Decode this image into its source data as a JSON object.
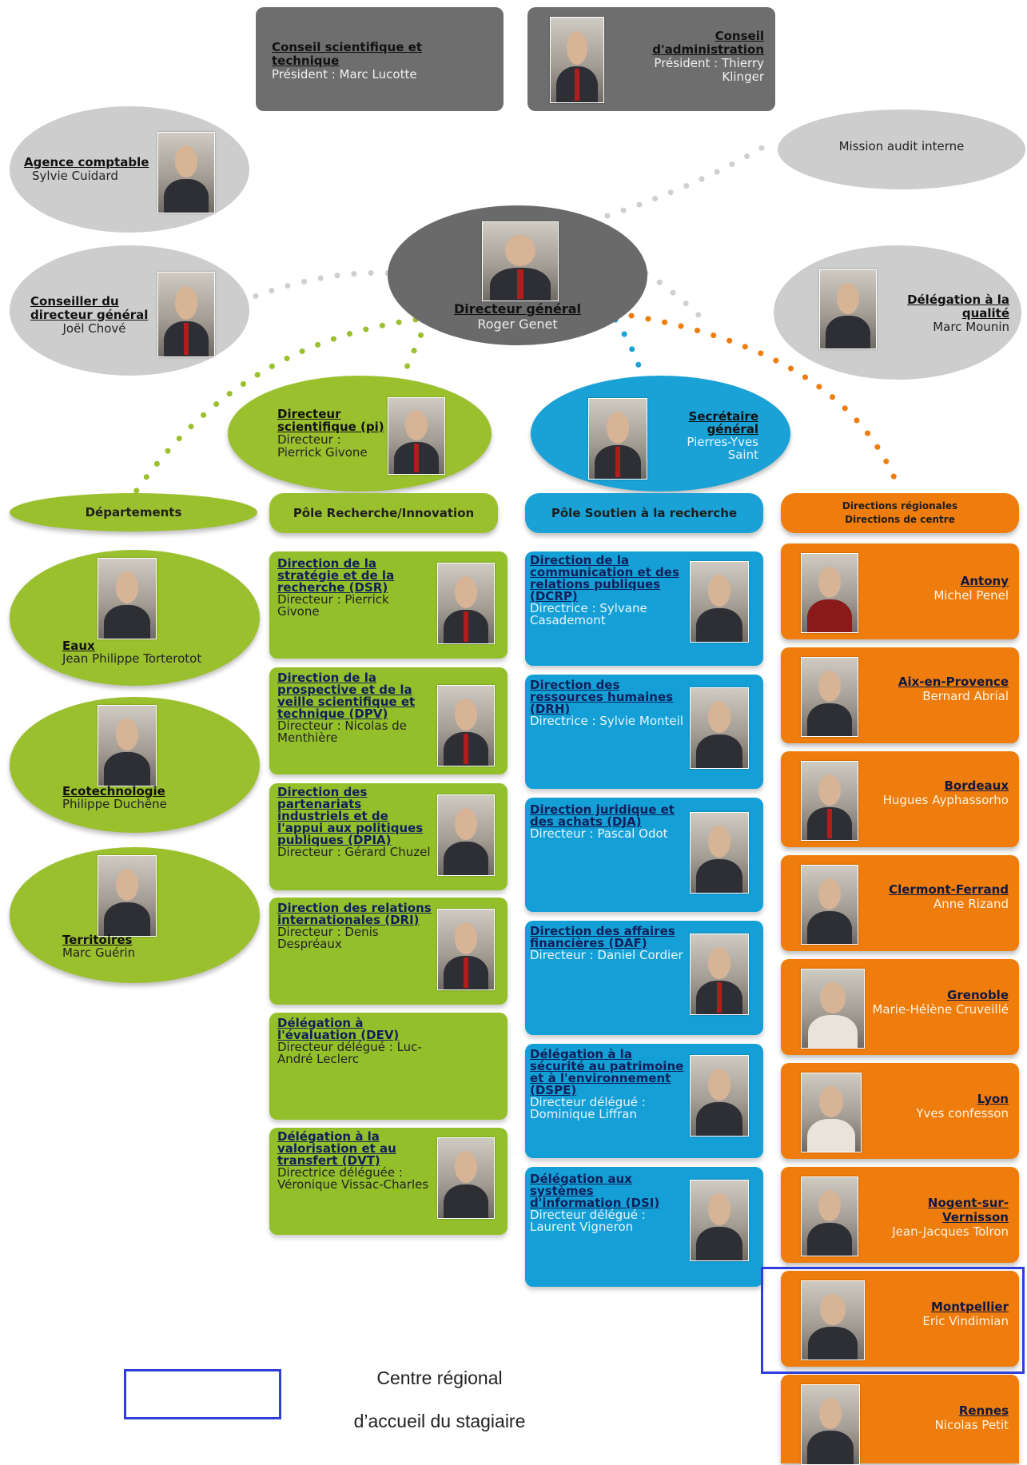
{
  "colors": {
    "green": "#93c02a",
    "blue": "#14a0d7",
    "orange": "#ee7d0d",
    "grey": "#6e6e6e",
    "highlight": "#2f3ddb"
  },
  "top": {
    "csc": {
      "title": "Conseil scientifique et technique",
      "sub": "Président : Marc Lucotte"
    },
    "ca": {
      "title": "Conseil d'administration",
      "sub": "Président : Thierry Klinger"
    }
  },
  "side": {
    "agence": {
      "title": "Agence comptable",
      "sub": "Sylvie Cuidard"
    },
    "mission": {
      "title": "Mission audit interne"
    },
    "conseiller": {
      "title": "Conseiller du directeur général",
      "sub": "Joël Chové"
    },
    "dg": {
      "title": "Directeur général",
      "sub": "Roger Genet"
    },
    "qualite": {
      "title": "Délégation à la qualité",
      "sub": "Marc Mounin"
    },
    "dirsci": {
      "title": "Directeur scientifique (pi)",
      "sub": "Directeur : Pierrick Givone"
    },
    "secgen": {
      "title": "Secrétaire général",
      "sub": "Pierres-Yves Saint"
    }
  },
  "headers": {
    "dep": "Départements",
    "pri": "Pôle Recherche/Innovation",
    "psr": "Pôle Soutien à la recherche",
    "dr_line1": "Directions régionales",
    "dr_line2": "Directions de centre"
  },
  "departments": [
    {
      "title": "Eaux",
      "sub": "Jean Philippe Torterotot"
    },
    {
      "title": "Ecotechnologie",
      "sub": "Philippe Duchêne"
    },
    {
      "title": "Territoires",
      "sub": "Marc Guérin"
    }
  ],
  "research": [
    {
      "title": "Direction de la stratégie et de la recherche (DSR)",
      "sub": "Directeur : Pierrick Givone"
    },
    {
      "title": "Direction de la prospective et de la veille scientifique et technique (DPV)",
      "sub": "Directeur : Nicolas de Menthière"
    },
    {
      "title": "Direction des partenariats industriels et de l'appui aux politiques publiques (DPIA)",
      "sub": "Directeur : Gérard Chuzel"
    },
    {
      "title": "Direction des relations internationales (DRI)",
      "sub": "Directeur : Denis Despréaux"
    },
    {
      "title": "Délégation à l'évaluation (DEV)",
      "sub": "Directeur délégué : Luc-André Leclerc"
    },
    {
      "title": "Délégation à la valorisation et au transfert (DVT)",
      "sub": "Directrice déléguée : Véronique Vissac-Charles"
    }
  ],
  "support": [
    {
      "title": "Direction de la communication et des relations publiques (DCRP)",
      "sub": "Directrice : Sylvane Casademont"
    },
    {
      "title": "Direction des ressources humaines (DRH)",
      "sub": "Directrice : Sylvie Monteil"
    },
    {
      "title": "Direction juridique et des achats (DJA)",
      "sub": "Directeur : Pascal Odot"
    },
    {
      "title": "Direction des affaires financières (DAF)",
      "sub": "Directeur : Daniel Cordier"
    },
    {
      "title": "Délégation à la sécurité au patrimoine et à l'environnement (DSPE)",
      "sub": "Directeur délégué : Dominique Liffran"
    },
    {
      "title": "Délégation aux systèmes d'information (DSI)",
      "sub": "Directeur délégué : Laurent Vigneron"
    }
  ],
  "regions": [
    {
      "title": "Antony",
      "sub": "Michel Penel"
    },
    {
      "title": "Aix-en-Provence",
      "sub": "Bernard Abrial"
    },
    {
      "title": "Bordeaux",
      "sub": "Hugues Ayphassorho"
    },
    {
      "title": "Clermont-Ferrand",
      "sub": "Anne Rizand"
    },
    {
      "title": "Grenoble",
      "sub": "Marie-Hélène Cruveillé"
    },
    {
      "title": "Lyon",
      "sub": "Yves confesson"
    },
    {
      "title": "Nogent-sur-Vernisson",
      "sub": "Jean-Jacques Tolron"
    },
    {
      "title": "Montpellier",
      "sub": "Eric Vindimian"
    },
    {
      "title": "Rennes",
      "sub": "Nicolas Petit"
    }
  ],
  "legend": {
    "line1": "Centre régional",
    "line2": "d’accueil du stagiaire"
  }
}
